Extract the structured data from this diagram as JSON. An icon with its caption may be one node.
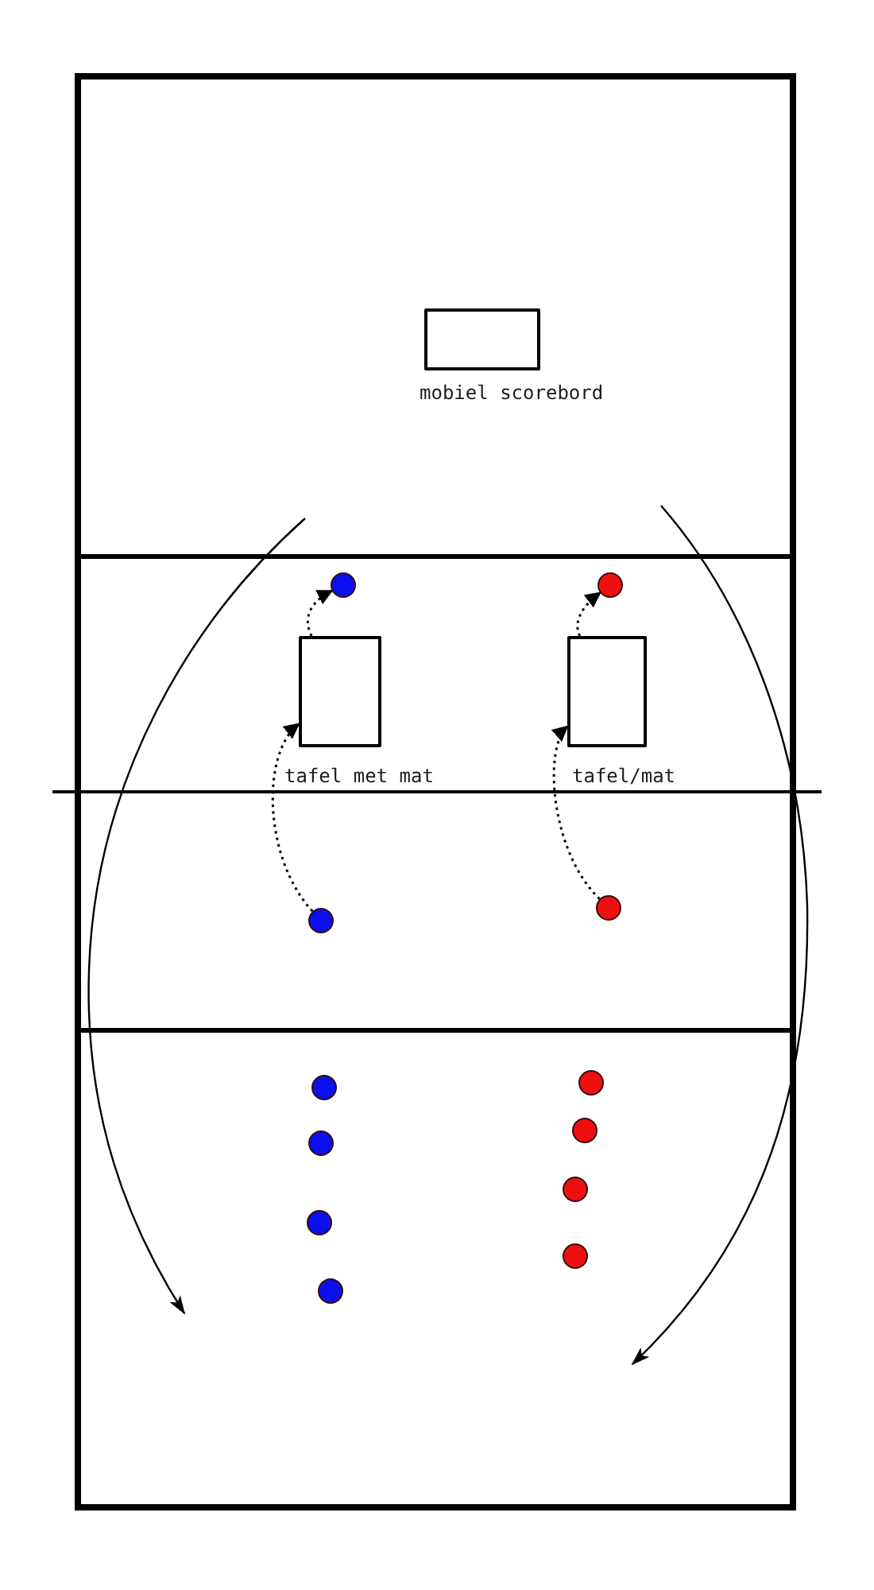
{
  "diagram": {
    "nodes": [
      {
        "text": [],
        "shape": "box",
        "beside": [
          "mobiel scorebord"
        ]
      },
      {
        "text": [],
        "shape": "circle"
      },
      {
        "text": [],
        "shape": "circle"
      },
      {
        "text": [],
        "shape": "box",
        "beside": [
          "tafel met mat"
        ]
      },
      {
        "text": [],
        "shape": "box",
        "beside": [
          "tafel/mat"
        ]
      },
      {
        "text": [],
        "shape": "circle"
      },
      {
        "text": [],
        "shape": "circle"
      },
      {
        "text": [],
        "shape": "circle"
      },
      {
        "text": [],
        "shape": "circle"
      },
      {
        "text": [],
        "shape": "circle"
      },
      {
        "text": [],
        "shape": "circle"
      },
      {
        "text": [],
        "shape": "circle"
      },
      {
        "text": [],
        "shape": "circle"
      },
      {
        "text": [],
        "shape": "circle"
      },
      {
        "text": [],
        "shape": "circle"
      }
    ],
    "edges": [
      {
        "from": 5,
        "to": 3,
        "arrow": "to",
        "style": "dashed"
      },
      {
        "from": 3,
        "to": 1,
        "arrow": "to",
        "style": "dashed"
      },
      {
        "from": 6,
        "to": 4,
        "arrow": "to",
        "style": "dashed"
      },
      {
        "from": 4,
        "to": 2,
        "arrow": "to",
        "style": "dashed"
      }
    ]
  }
}
